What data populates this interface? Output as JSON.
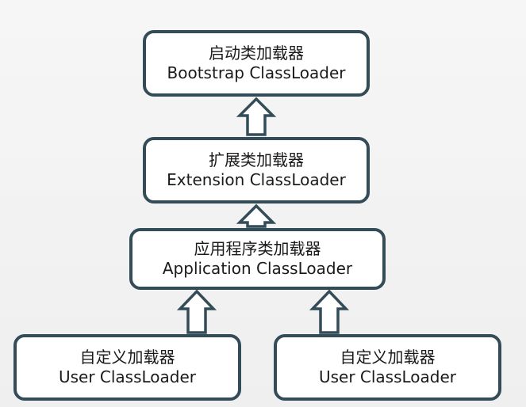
{
  "diagram": {
    "nodes": {
      "bootstrap": {
        "zh": "启动类加载器",
        "en": "Bootstrap ClassLoader"
      },
      "extension": {
        "zh": "扩展类加载器",
        "en": "Extension ClassLoader"
      },
      "application": {
        "zh": "应用程序类加载器",
        "en": "Application ClassLoader"
      },
      "user_left": {
        "zh": "自定义加载器",
        "en": "User ClassLoader"
      },
      "user_right": {
        "zh": "自定义加载器",
        "en": "User ClassLoader"
      }
    },
    "edges": [
      {
        "from": "extension",
        "to": "bootstrap"
      },
      {
        "from": "application",
        "to": "extension"
      },
      {
        "from": "user_left",
        "to": "application"
      },
      {
        "from": "user_right",
        "to": "application"
      }
    ],
    "colors": {
      "border": "#344c58",
      "fill": "#ffffff",
      "background": "#f3f3f3"
    }
  }
}
